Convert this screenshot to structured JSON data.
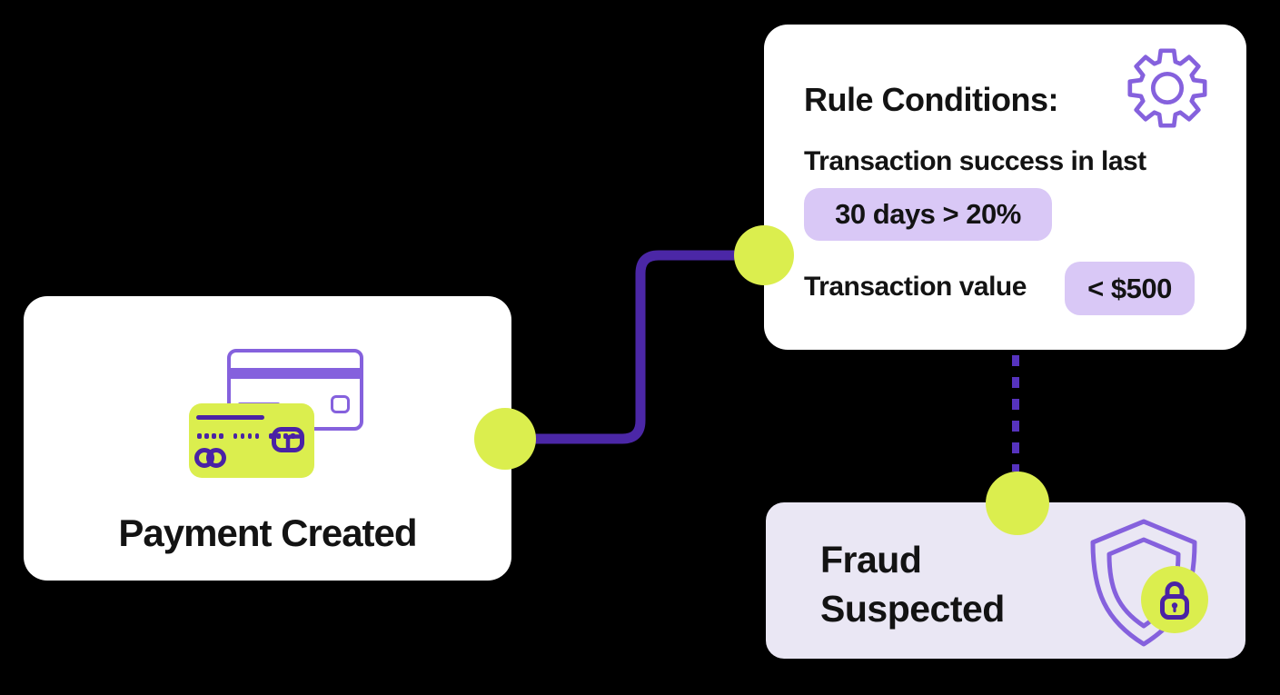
{
  "canvas": {
    "background": "#000000"
  },
  "colors": {
    "lime": "#DBEE4E",
    "outline_purple": "#8561DD",
    "deep_indigo": "#4A22A5",
    "connector_solid": "#4B27A6",
    "connector_dashed": "#5633BE",
    "chip_background": "#D9C8F6",
    "fraud_card_background": "#EAE7F4",
    "card_background": "#FFFFFF",
    "text": "#131313"
  },
  "nodes": {
    "payment_created": {
      "label": "Payment Created",
      "icon": "credit-cards-icon"
    },
    "rule_conditions": {
      "title": "Rule Conditions:",
      "icon": "gear-icon",
      "condition1_text": "Transaction success in last",
      "condition1_value": "30 days > 20%",
      "condition2_text": "Transaction value",
      "condition2_value": "< $500"
    },
    "fraud_suspected": {
      "label_line1": "Fraud",
      "label_line2": "Suspected",
      "icon": "shield-lock-icon"
    }
  },
  "connectors": [
    {
      "from": "payment_created",
      "to": "rule_conditions",
      "style": "solid"
    },
    {
      "from": "rule_conditions",
      "to": "fraud_suspected",
      "style": "dashed"
    }
  ]
}
